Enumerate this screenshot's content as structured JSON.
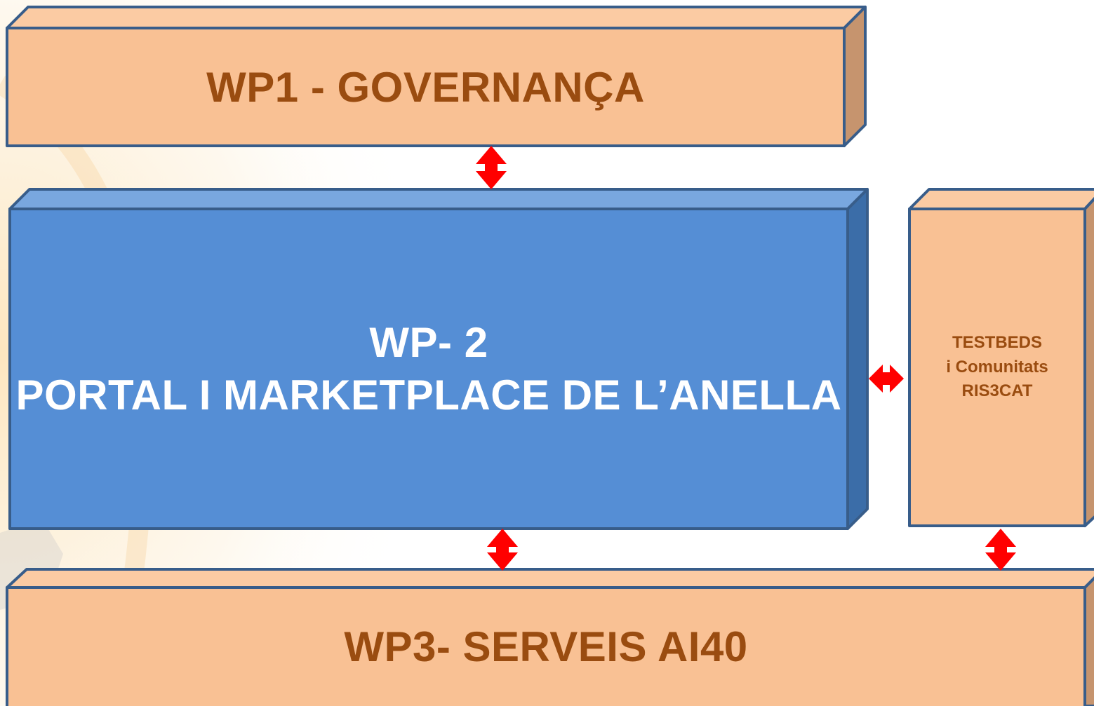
{
  "colors": {
    "orange_face": "#f9c194",
    "orange_top": "#fbcba3",
    "orange_side": "#c6946e",
    "blue_face": "#558ed5",
    "blue_top": "#79a7df",
    "blue_side": "#3b6da8",
    "edge": "#385d8a",
    "brown_text": "#9a4c10",
    "white_text": "#ffffff",
    "arrow": "#ff0000"
  },
  "blocks": {
    "wp1": {
      "title": "WP1 - GOVERNANÇA"
    },
    "wp2": {
      "line1": "WP- 2",
      "line2": "PORTAL I MARKETPLACE DE L’ANELLA"
    },
    "testbeds": {
      "line1": "TESTBEDS",
      "line2": "i Comunitats",
      "line3": "RIS3CAT"
    },
    "wp3": {
      "title": "WP3- SERVEIS AI40"
    }
  },
  "connectors": [
    {
      "from": "wp1",
      "to": "wp2",
      "direction": "vertical-double"
    },
    {
      "from": "wp2",
      "to": "testbeds",
      "direction": "horizontal-double"
    },
    {
      "from": "wp2",
      "to": "wp3",
      "direction": "vertical-double"
    },
    {
      "from": "testbeds",
      "to": "wp3",
      "direction": "vertical-double"
    }
  ]
}
